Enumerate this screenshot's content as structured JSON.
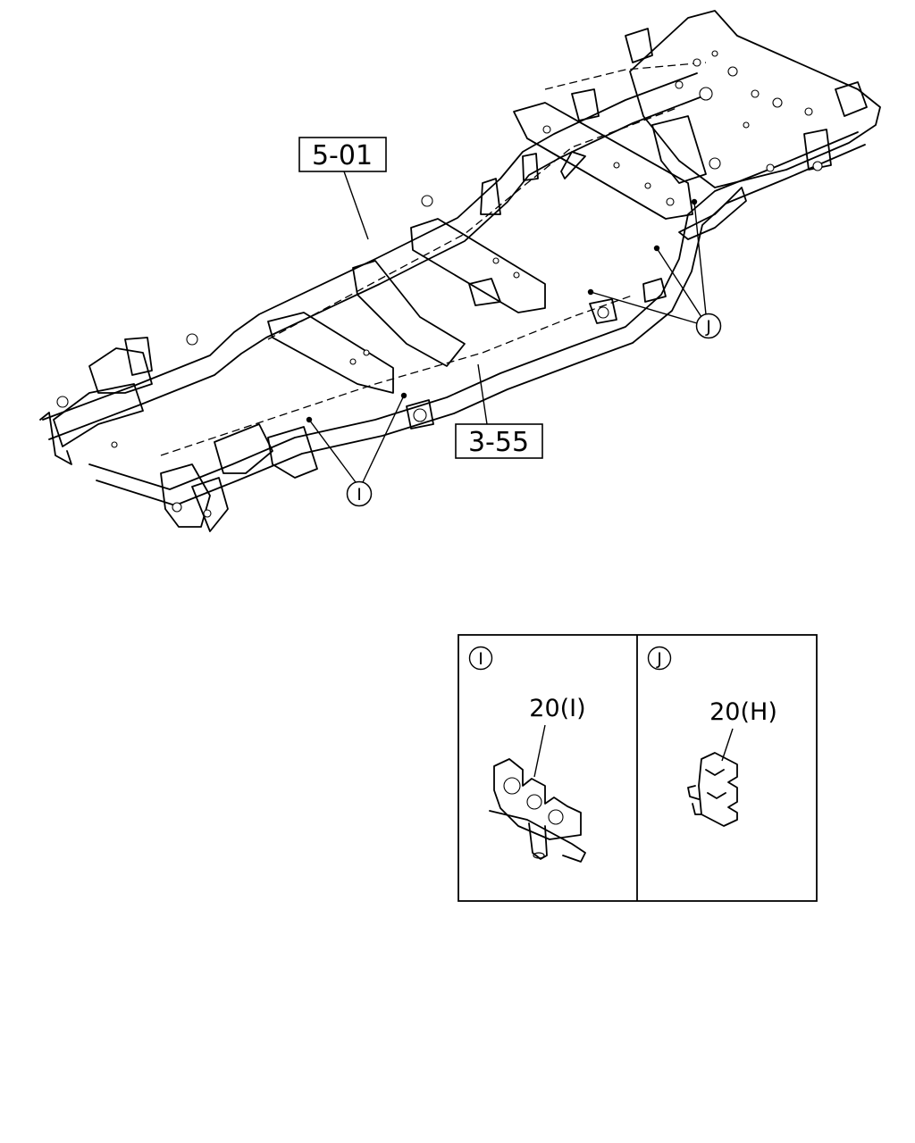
{
  "callouts": {
    "ref_5_01": "5-01",
    "ref_3_55": "3-55",
    "point_i": "I",
    "point_j": "J"
  },
  "detail_panels": [
    {
      "tag": "I",
      "part": "20(I)"
    },
    {
      "tag": "J",
      "part": "20(H)"
    }
  ]
}
